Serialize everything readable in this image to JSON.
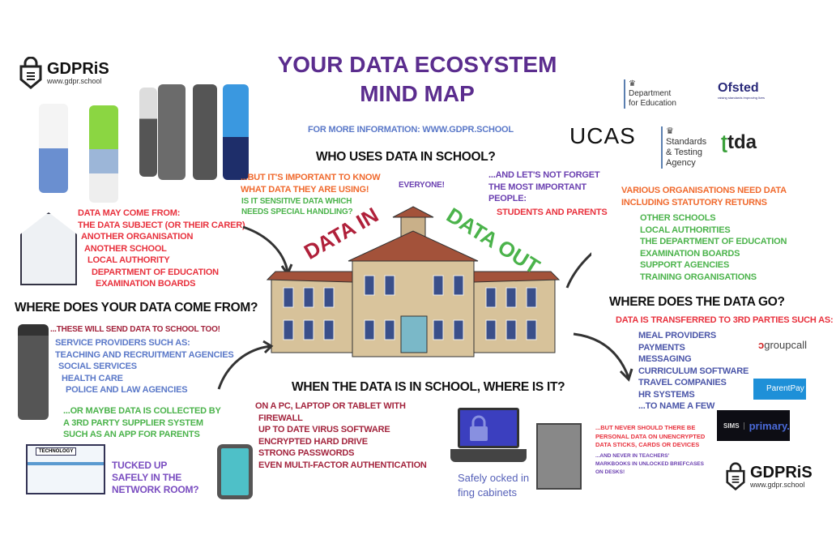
{
  "header": {
    "title_line1": "YOUR DATA ECOSYSTEM",
    "title_line2": "MIND MAP",
    "more_info": "FOR MORE INFORMATION: WWW.GDPR.SCHOOL",
    "accent": "#5b2d8e"
  },
  "brand": {
    "name": "GDPRiS",
    "url": "www.gdpr.school",
    "icon": "shield-lock-icon"
  },
  "who_uses": {
    "heading": "WHO USES DATA IN SCHOOL?",
    "note1": [
      "...BUT IT'S IMPORTANT TO KNOW",
      "WHAT DATA THEY ARE USING!"
    ],
    "note2": [
      "IS IT SENSITIVE DATA WHICH",
      "NEEDS SPECIAL HANDLING?"
    ],
    "everyone": "EVERYONE!",
    "note3": [
      "...AND LET'S NOT FORGET",
      "THE MOST IMPORTANT",
      "PEOPLE:"
    ],
    "students": "STUDENTS AND PARENTS"
  },
  "center": {
    "data_in": "DATA IN",
    "data_out": "DATA OUT"
  },
  "comes_from": {
    "heading": "WHERE DOES YOUR DATA COME FROM?",
    "list": [
      "DATA MAY COME FROM:",
      "THE DATA SUBJECT (OR THEIR CARER)",
      "ANOTHER ORGANISATION",
      "ANOTHER SCHOOL",
      "LOCAL AUTHORITY",
      "DEPARTMENT OF EDUCATION",
      "EXAMINATION BOARDS"
    ],
    "also": "...THESE WILL SEND DATA TO SCHOOL TOO!",
    "providers": [
      "SERVICE PROVIDERS SUCH AS:",
      "TEACHING AND RECRUITMENT AGENCIES",
      "SOCIAL SERVICES",
      "HEALTH CARE",
      "POLICE AND LAW AGENCIES"
    ],
    "third_party": [
      "...OR MAYBE DATA IS COLLECTED BY",
      "A 3RD PARTY SUPPLIER SYSTEM",
      "SUCH AS AN APP FOR PARENTS"
    ],
    "tech_sign": "TECHNOLOGY",
    "network": [
      "TUCKED UP",
      "SAFELY IN THE",
      "NETWORK ROOM?"
    ]
  },
  "in_school": {
    "heading": "WHEN THE DATA IS IN SCHOOL, WHERE IS IT?",
    "list": [
      "ON A PC, LAPTOP OR TABLET WITH",
      "FIREWALL",
      "UP TO DATE VIRUS SOFTWARE",
      "ENCRYPTED HARD DRIVE",
      "STRONG PASSWORDS",
      "EVEN MULTI-FACTOR AUTHENTICATION"
    ],
    "cabinets": [
      "Safely ocked in",
      "fing cabinets"
    ],
    "never1": [
      "...BUT NEVER SHOULD THERE BE",
      "PERSONAL DATA ON UNENCRYPTED",
      "DATA STICKS, CARDS OR DEVICES"
    ],
    "never2": [
      "...AND NEVER IN TEACHERS'",
      "MARKBOOKS IN UNLOCKED BRIEFCASES",
      "ON DESKS!"
    ]
  },
  "goes_out": {
    "various": [
      "VARIOUS ORGANISATIONS NEED DATA",
      "INCLUDING STATUTORY RETURNS"
    ],
    "orgs": [
      "OTHER SCHOOLS",
      "LOCAL AUTHORITIES",
      "THE DEPARTMENT OF EDUCATION",
      "EXAMINATION BOARDS",
      "SUPPORT AGENCIES",
      "TRAINING ORGANISATIONS"
    ],
    "heading": "WHERE DOES THE DATA GO?",
    "transfer": "DATA IS TRANSFERRED TO 3RD PARTIES SUCH AS:",
    "parties": [
      "MEAL PROVIDERS",
      "PAYMENTS",
      "MESSAGING",
      "CURRICULUM SOFTWARE",
      "TRAVEL COMPANIES",
      "HR SYSTEMS",
      "...TO NAME A FEW"
    ]
  },
  "logos": {
    "dfe": [
      "Department",
      "for Education"
    ],
    "ofsted": "Ofsted",
    "ofsted_tag": "raising standards improving lives",
    "ucas": "UCAS",
    "sta": [
      "Standards",
      "& Testing",
      "Agency"
    ],
    "tda": "tda",
    "groupcall": "groupcall",
    "parentpay": "ParentPay",
    "sims": "SIMS",
    "sims_primary": "primary."
  }
}
